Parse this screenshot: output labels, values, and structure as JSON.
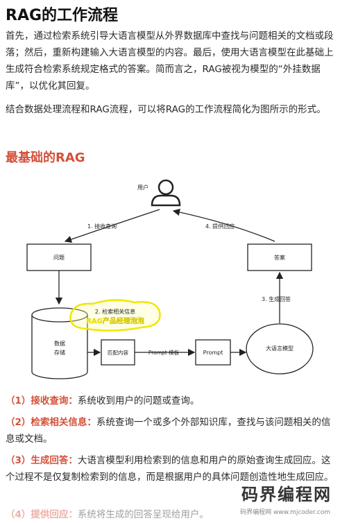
{
  "title": "RAG的工作流程",
  "intro": "首先，通过检索系统引导大语言模型从外界数据库中查找与问题相关的文档或段落；然后，重新构建输入大语言模型的内容。最后，使用大语言模型在此基础上生成符合检索系统规定格式的答案。简而言之，RAG被视为模型的“外挂数据库”，以优化其回复。",
  "intro2": "结合数据处理流程和RAG流程，可以将RAG的工作流程简化为图所示的形式。",
  "section_title": "最基础的RAG",
  "diagram": {
    "user": "用户",
    "step1": "1. 接收查询",
    "step4": "4. 提供回应",
    "question": "问题",
    "answer": "答案",
    "step2": "2. 检索相关信息",
    "stamp": "RAG产品经理泡泡",
    "step3": "3. 生成回答",
    "db_line1": "数据",
    "db_line2": "存储",
    "match": "匹配内容",
    "prompt_template": "Prompt 模板",
    "prompt": "Prompt",
    "llm": "大语言模型"
  },
  "steps": [
    {
      "key": "（1）接收查询：",
      "text": "系统收到用户的问题或查询。"
    },
    {
      "key": "（2）检索相关信息：",
      "text": "系统查询一个或多个外部知识库，查找与该问题相关的信息或文档。"
    },
    {
      "key": "（3）生成回答：",
      "text": "大语言模型利用检索到的信息和用户的原始查询生成回应。这个过程不是仅复制检索到的信息，而是根据用户的具体问题创造性地生成回应。"
    },
    {
      "key": "（4）提供回应：",
      "text": "系统将生成的回答呈现给用户。"
    }
  ],
  "watermark": "码界编程网",
  "watermark_sub": "码界编程网 www.mjcoder.com"
}
